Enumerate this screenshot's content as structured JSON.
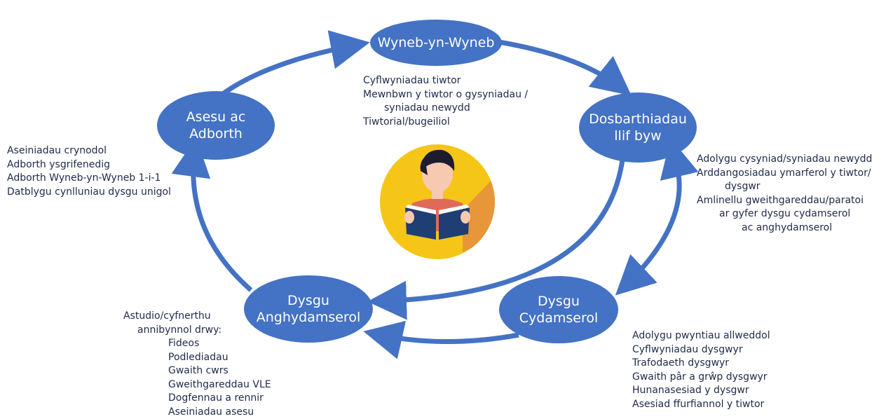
{
  "colors": {
    "node": "#4472c4",
    "arrow": "#4472c4",
    "text": "#1f2a4a",
    "circle_bg": "#f5c518",
    "shadow": "#e8963a",
    "book": "#1f3e73"
  },
  "icons": {
    "center": "student-reading-icon"
  },
  "nodes": {
    "wyneb": {
      "line1": "Wyneb-yn-Wyneb"
    },
    "dosbarth": {
      "line1": "Dosbarthiadau",
      "line2": "llif byw"
    },
    "cydamserol": {
      "line1": "Dysgu",
      "line2": "Cydamserol"
    },
    "anghydamserol": {
      "line1": "Dysgu",
      "line2": "Anghydamserol"
    },
    "asesu": {
      "line1": "Asesu ac",
      "line2": "Adborth"
    }
  },
  "notes": {
    "wyneb": [
      "Cyflwyniadau tiwtor",
      "Mewnbwn y tiwtor o gysyniadau /",
      "syniadau newydd",
      "Tiwtorial/bugeiliol"
    ],
    "dosbarth": [
      "Adolygu cysyniad/syniadau newydd",
      "Arddangosiadau ymarferol y tiwtor/",
      "dysgwr",
      "Amlinellu gweithgareddau/paratoi",
      "ar gyfer dysgu cydamserol",
      "ac anghydamserol"
    ],
    "cydamserol": [
      "Adolygu pwyntiau allweddol",
      "Cyflwyniadau dysgwyr",
      "Trafodaeth dysgwyr",
      "Gwaith pâr a grŵp dysgwyr",
      "Hunanasesiad y dysgwr",
      "Asesiad ffurfiannol y tiwtor"
    ],
    "anghydamserol": [
      "Astudio/cyfnerthu",
      "annibynnol drwy:",
      "Fideos",
      "Podlediadau",
      "Gwaith cwrs",
      "Gweithgareddau VLE",
      "Dogfennau a rennir",
      "Aseiniadau asesu"
    ],
    "asesu": [
      "Aseiniadau crynodol",
      "Adborth ysgrifenedig",
      "Adborth Wyneb-yn-Wyneb 1-i-1",
      "Datblygu cynlluniau dysgu unigol"
    ]
  }
}
